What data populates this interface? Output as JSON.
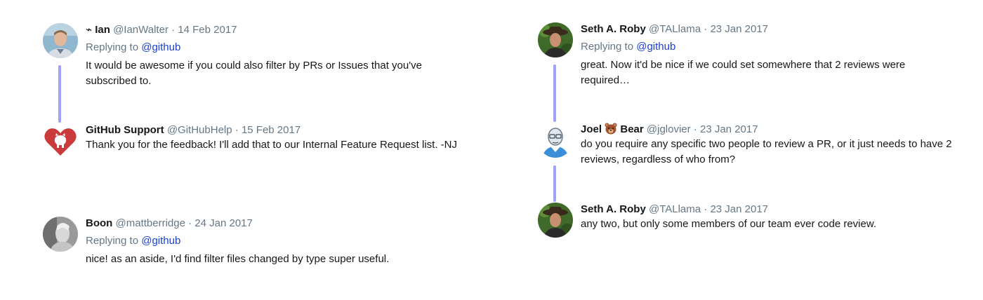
{
  "left_column": {
    "thread": [
      {
        "name_icon": "squiggle-arrow-icon",
        "name": "Ian",
        "handle": "@IanWalter",
        "separator": "·",
        "date": "14 Feb 2017",
        "replying_prefix": "Replying to",
        "replying_to": "@github",
        "text": "It would be awesome if you could also filter by PRs or Issues that you've subscribed to."
      },
      {
        "name": "GitHub Support",
        "handle": "@GitHubHelp",
        "separator": "·",
        "date": "15 Feb 2017",
        "text": "Thank you for the feedback! I'll add that to our Internal Feature Request list. -NJ"
      }
    ],
    "single": {
      "name": "Boon",
      "handle": "@mattberridge",
      "separator": "·",
      "date": "24 Jan 2017",
      "replying_prefix": "Replying to",
      "replying_to": "@github",
      "text": "nice! as an aside, I'd find filter files changed by type super useful."
    }
  },
  "right_column": {
    "thread": [
      {
        "name": "Seth A. Roby",
        "handle": "@TALlama",
        "separator": "·",
        "date": "23 Jan 2017",
        "replying_prefix": "Replying to",
        "replying_to": "@github",
        "text": "great. Now it'd be nice if we could set somewhere that 2 reviews were required…"
      },
      {
        "name_first": "Joel",
        "name_emoji": "bear-face-icon",
        "name_last": "Bear",
        "handle": "@jglovier",
        "separator": "·",
        "date": "23 Jan 2017",
        "text": "do you require any specific two people to review a PR, or it just needs to have 2 reviews, regardless of who from?"
      },
      {
        "name": "Seth A. Roby",
        "handle": "@TALlama",
        "separator": "·",
        "date": "23 Jan 2017",
        "text": "any two, but only some members of our team ever code review."
      }
    ]
  },
  "colors": {
    "name": "#14171a",
    "meta": "#657786",
    "mention": "#1b3fd1",
    "thread_line": "#9ea3f5",
    "github_heart": "#cb3b3b"
  }
}
